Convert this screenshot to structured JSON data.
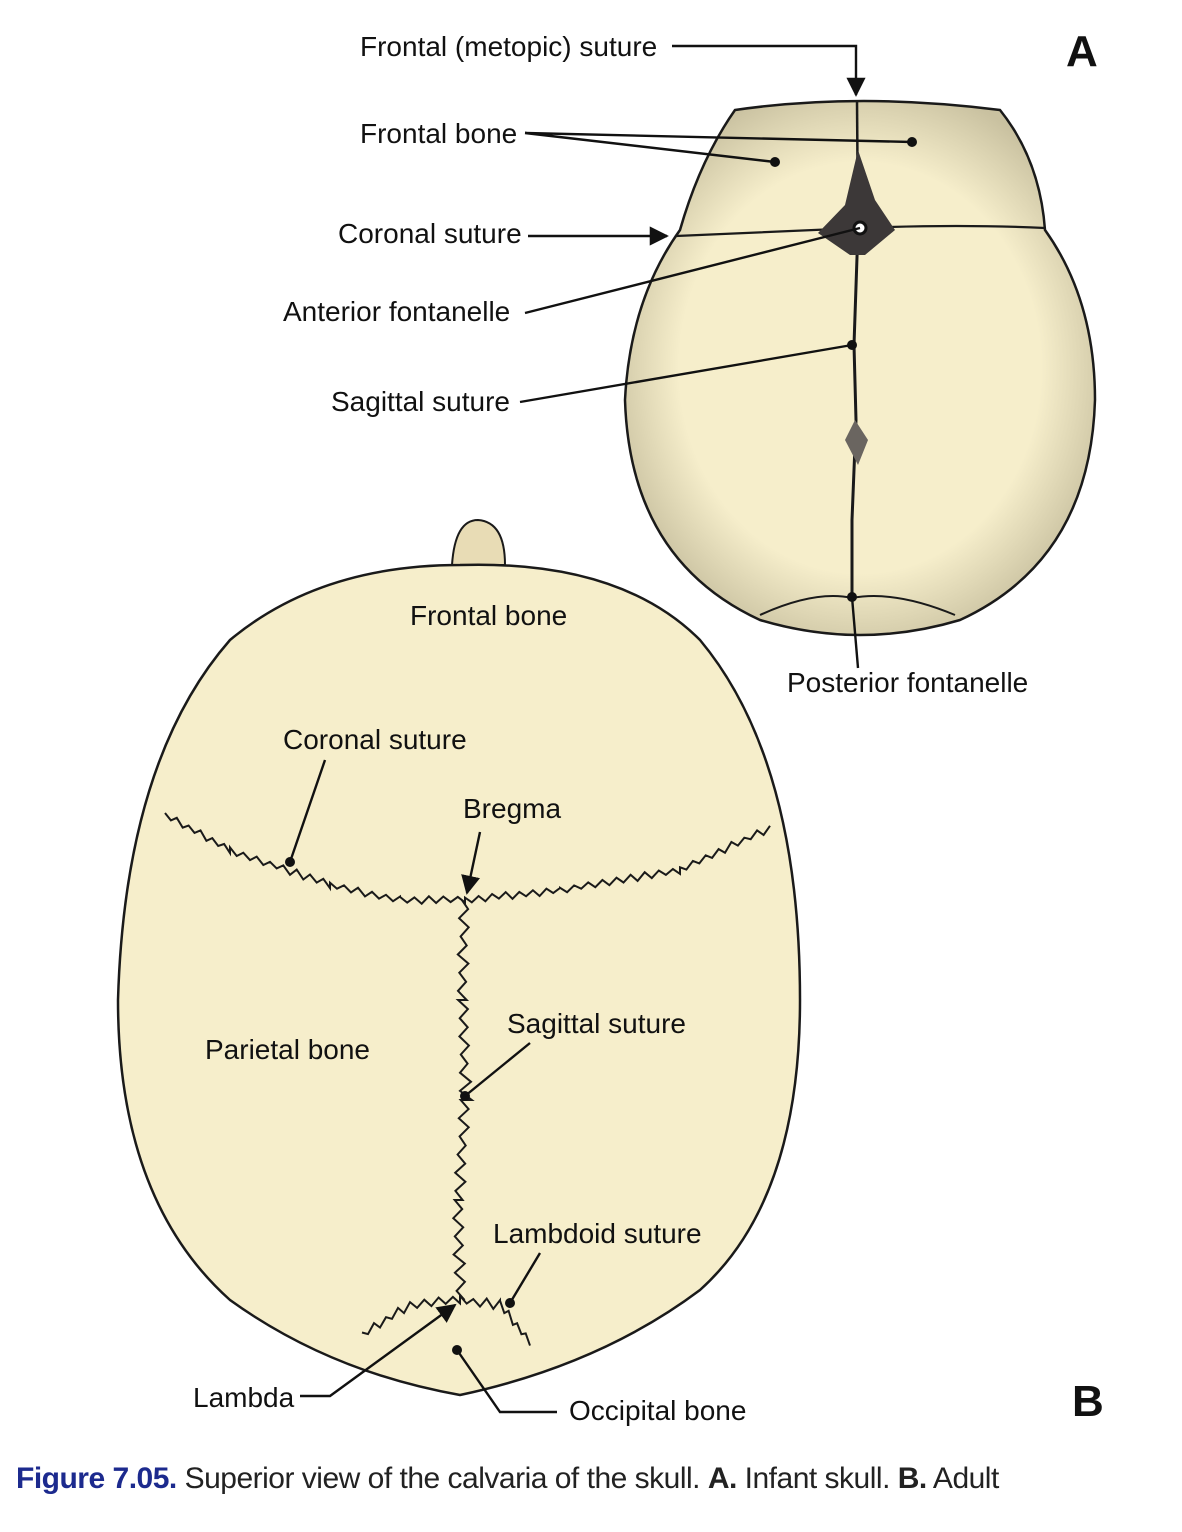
{
  "colors": {
    "bone": "#f6eecb",
    "outline": "#1a1a1a",
    "caption_accent": "#1c2a8e"
  },
  "panel_a": {
    "letter": "A",
    "labels": {
      "metopic": "Frontal (metopic) suture",
      "frontal_bone": "Frontal bone",
      "coronal": "Coronal suture",
      "anterior_fontanelle": "Anterior fontanelle",
      "sagittal": "Sagittal suture",
      "posterior_fontanelle": "Posterior fontanelle"
    }
  },
  "panel_b": {
    "letter": "B",
    "labels": {
      "frontal_bone": "Frontal bone",
      "coronal": "Coronal suture",
      "bregma": "Bregma",
      "sagittal": "Sagittal suture",
      "parietal_bone": "Parietal bone",
      "lambdoid": "Lambdoid suture",
      "lambda": "Lambda",
      "occipital_bone": "Occipital bone"
    }
  },
  "caption": {
    "figure": "Figure 7.05.",
    "text1": " Superior view of the calvaria of the skull. ",
    "a": "A.",
    "text2": " Infant skull. ",
    "b": "B.",
    "text3": " Adult"
  }
}
